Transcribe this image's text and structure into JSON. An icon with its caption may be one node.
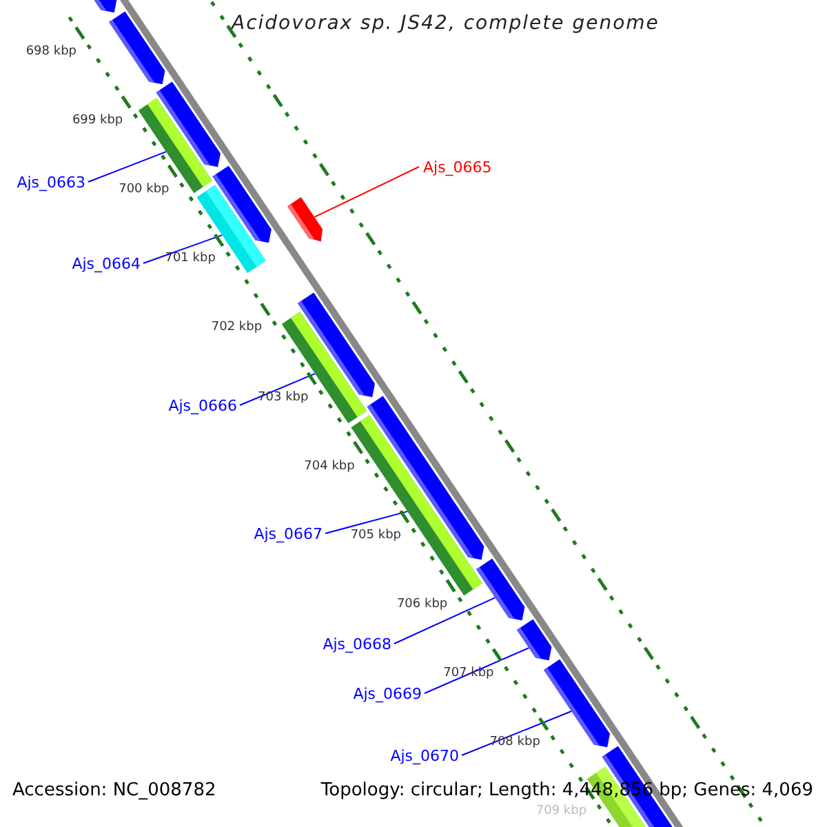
{
  "diagram": {
    "title": "Acidovorax sp. JS42, complete genome",
    "nodes": [
      {
        "text": [
          "Ajs_0663"
        ]
      },
      {
        "text": [],
        "shape": "bar"
      },
      {
        "text": [
          "Ajs_0664"
        ]
      },
      {
        "text": [],
        "shape": "bar"
      },
      {
        "text": [
          "Ajs_0665"
        ]
      },
      {
        "text": [],
        "shape": "arrow"
      },
      {
        "text": [
          "Ajs_0666"
        ]
      },
      {
        "text": [],
        "shape": "bar"
      },
      {
        "text": [
          "Ajs_0667"
        ]
      },
      {
        "text": [],
        "shape": "bar"
      },
      {
        "text": [
          "Ajs_0668"
        ]
      },
      {
        "text": [],
        "shape": "arrow"
      },
      {
        "text": [
          "Ajs_0669"
        ]
      },
      {
        "text": [],
        "shape": "arrow"
      },
      {
        "text": [
          "Ajs_0670"
        ]
      },
      {
        "text": [],
        "shape": "arrow"
      }
    ],
    "edges": [
      {
        "from": 0,
        "to": 1,
        "arrow": "none"
      },
      {
        "from": 2,
        "to": 3,
        "arrow": "none"
      },
      {
        "from": 4,
        "to": 5,
        "arrow": "none",
        "color": "#ff0000"
      },
      {
        "from": 6,
        "to": 7,
        "arrow": "none"
      },
      {
        "from": 8,
        "to": 9,
        "arrow": "none"
      },
      {
        "from": 10,
        "to": 11,
        "arrow": "none"
      },
      {
        "from": 12,
        "to": 13,
        "arrow": "none"
      },
      {
        "from": 14,
        "to": 15,
        "arrow": "none"
      }
    ],
    "labels": [
      "698 kbp",
      "699 kbp",
      "700 kbp",
      "701 kbp",
      "702 kbp",
      "703 kbp",
      "704 kbp",
      "705 kbp",
      "706 kbp",
      "707 kbp",
      "708 kbp",
      "709 kbp",
      "Accession: NC_008782",
      "Topology: circular; Length: 4,448,856 bp; Genes: 4,069"
    ]
  }
}
